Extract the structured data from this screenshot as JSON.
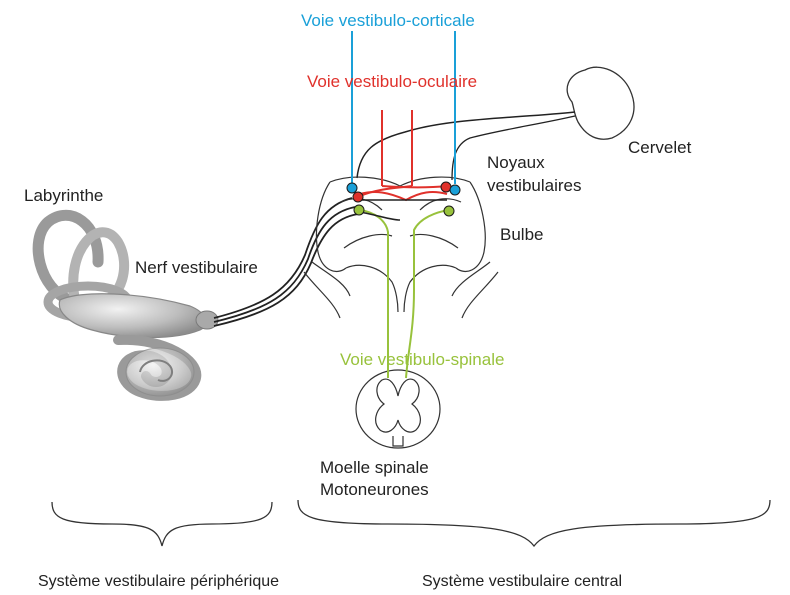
{
  "labels": {
    "cortical": "Voie vestibulo-corticale",
    "ocular": "Voie vestibulo-oculaire",
    "cervelet": "Cervelet",
    "noyaux_line1": "Noyaux",
    "noyaux_line2": "vestibulaires",
    "labyrinthe": "Labyrinthe",
    "bulbe": "Bulbe",
    "nerf": "Nerf vestibulaire",
    "spinal": "Voie vestibulo-spinale",
    "moelle_line1": "Moelle spinale",
    "moelle_line2": "Motoneurones",
    "systeme_peripherique": "Système vestibulaire périphérique",
    "systeme_central": "Système vestibulaire central"
  },
  "colors": {
    "cortical": "#1aa0d8",
    "ocular": "#e0312b",
    "spinal": "#98c23c",
    "outline": "#2a2a2a",
    "labyrinth": "#b9b9b9"
  }
}
